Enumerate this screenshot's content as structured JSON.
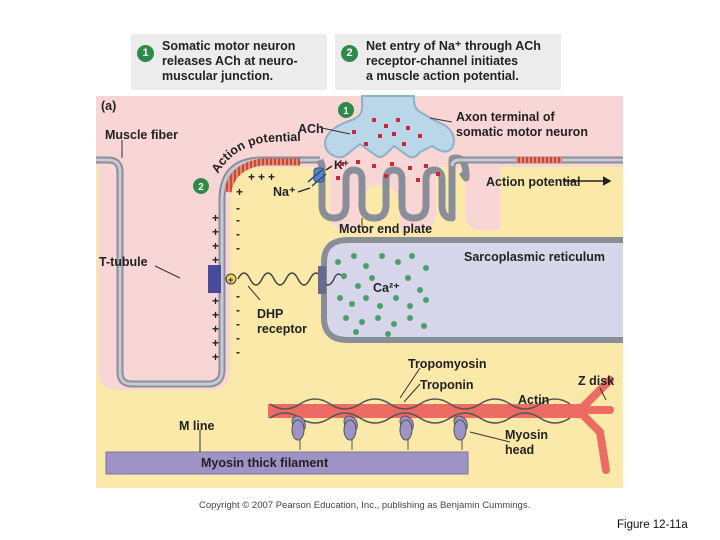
{
  "steps": [
    {
      "num": "1",
      "text": [
        "Somatic motor neuron",
        "releases ACh at neuro-",
        "muscular junction."
      ]
    },
    {
      "num": "2",
      "text": [
        "Net entry of Na⁺ through ACh",
        "receptor-channel initiates",
        "a muscle action potential."
      ]
    }
  ],
  "panel_label": "(a)",
  "labels": {
    "muscle_fiber": "Muscle fiber",
    "ach": "ACh",
    "action_potential_curved": "Action potential",
    "axon_terminal": [
      "Axon terminal of",
      "somatic motor neuron"
    ],
    "k_ion": "K⁺",
    "na_ion": "Na⁺",
    "action_potential_right": "Action potential",
    "motor_end_plate": "Motor end plate",
    "t_tubule": "T-tubule",
    "sarcoplasmic_reticulum": "Sarcoplasmic reticulum",
    "ca_ion": "Ca²⁺",
    "dhp_receptor": [
      "DHP",
      "receptor"
    ],
    "tropomyosin": "Tropomyosin",
    "troponin": "Troponin",
    "z_disk": "Z disk",
    "actin": "Actin",
    "m_line": "M line",
    "myosin_head": [
      "Myosin",
      "head"
    ],
    "myosin_thick_filament": "Myosin thick filament",
    "inline_step_1": "1",
    "inline_step_2": "2"
  },
  "copyright": "Copyright © 2007 Pearson Education, Inc., publishing as Benjamin Cummings.",
  "figure_label": "Figure 12-11a",
  "colors": {
    "fiber_bg": "#fbe9a9",
    "extracellular_bg": "#f9d6d6",
    "axon_terminal": "#b9d7e8",
    "sr_fill": "#d8d6ea",
    "actin": "#ec6b63",
    "myosin": "#9d93c5",
    "step_badge": "#2f8a4a",
    "calcium": "#4aa06a",
    "ach_vesicles": "#c8283a"
  }
}
